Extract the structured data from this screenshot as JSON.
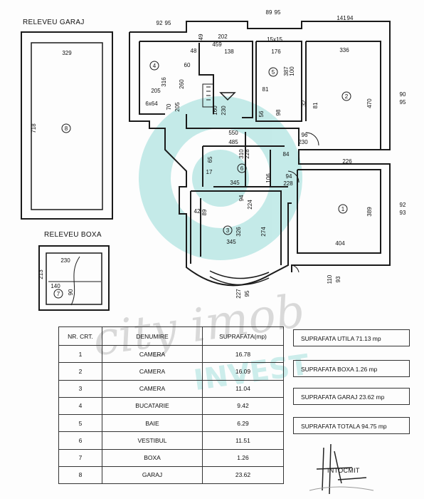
{
  "titles": {
    "garage": "RELEVEU GARAJ",
    "box": "RELEVEU BOXA"
  },
  "room_markers": [
    "1",
    "2",
    "3",
    "4",
    "5",
    "6",
    "7",
    "8"
  ],
  "dimensions": {
    "garage_width": "329",
    "garage_length": "718",
    "box_a": "230",
    "box_b": "140",
    "box_c": "213",
    "box_d": "90",
    "r1_width": "404",
    "r1_depth": "389",
    "r1_top": "226",
    "r2_width": "336",
    "r2_depth": "470",
    "r3_width": "345",
    "r3_depth": "326",
    "r3_side": "274",
    "r4_width": "205",
    "r4_depth": "316",
    "r5_width": "176",
    "r5_depth": "387",
    "r6_length": "550",
    "r6_inner": "485",
    "hall_a": "345",
    "hall_b": "310",
    "hall_c": "228",
    "window_top_left": "92",
    "window_top_left2": "95",
    "window_top_mid": "89",
    "window_top_mid2": "95",
    "window_top_right": "141",
    "window_top_right2": "94",
    "window_right": "90",
    "window_right2": "95",
    "window_r1": "92",
    "window_r1b": "93",
    "window_bottom": "110",
    "window_bottom2": "93",
    "window_r3": "227",
    "window_r3b": "95",
    "kitchen_a": "202",
    "kitchen_b": "459",
    "kitchen_c": "138",
    "kitchen_d": "48",
    "kitchen_e": "49",
    "kitchen_f": "260",
    "kitchen_g": "6x64",
    "stair": "15x15",
    "hall_d": "96",
    "hall_e": "230",
    "hall_f": "94",
    "hall_g": "228",
    "hall_h": "84",
    "hall_i": "106",
    "hall_j": "65",
    "hall_k": "17",
    "hall_l": "42",
    "hall_m": "89",
    "hall_n": "224",
    "hall_o": "94",
    "bath_a": "81",
    "bath_b": "56",
    "bath_c": "98",
    "bath_d": "100",
    "bath_e": "32",
    "bath_f": "81",
    "stair_a": "160",
    "stair_b": "230",
    "misc_a": "70",
    "misc_b": "205",
    "misc_c": "60"
  },
  "table": {
    "headers": [
      "NR. CRT.",
      "DENUMIRE",
      "SUPRAFATA(mp)"
    ],
    "rows": [
      {
        "nr": "1",
        "name": "CAMERA",
        "area": "16.78"
      },
      {
        "nr": "2",
        "name": "CAMERA",
        "area": "16.09"
      },
      {
        "nr": "3",
        "name": "CAMERA",
        "area": "11.04"
      },
      {
        "nr": "4",
        "name": "BUCATARIE",
        "area": "9.42"
      },
      {
        "nr": "5",
        "name": "BAIE",
        "area": "6.29"
      },
      {
        "nr": "6",
        "name": "VESTIBUL",
        "area": "11.51"
      },
      {
        "nr": "7",
        "name": "BOXA",
        "area": "1.26"
      },
      {
        "nr": "8",
        "name": "GARAJ",
        "area": "23.62"
      }
    ]
  },
  "summary": {
    "utila": "SUPRAFATA UTILA  71.13  mp",
    "boxa": "SUPRAFATA  BOXA  1.26  mp",
    "garaj": "SUPRAFATA  GARAJ  23.62  mp",
    "totala": "SUPRAFATA  TOTALA  94.75  mp"
  },
  "signature_label": "INTOCMIT",
  "watermark": {
    "main": "city imob",
    "sub": "INVEST"
  },
  "colors": {
    "line": "#1a1a1a",
    "watermark": "#5cc9c4"
  }
}
